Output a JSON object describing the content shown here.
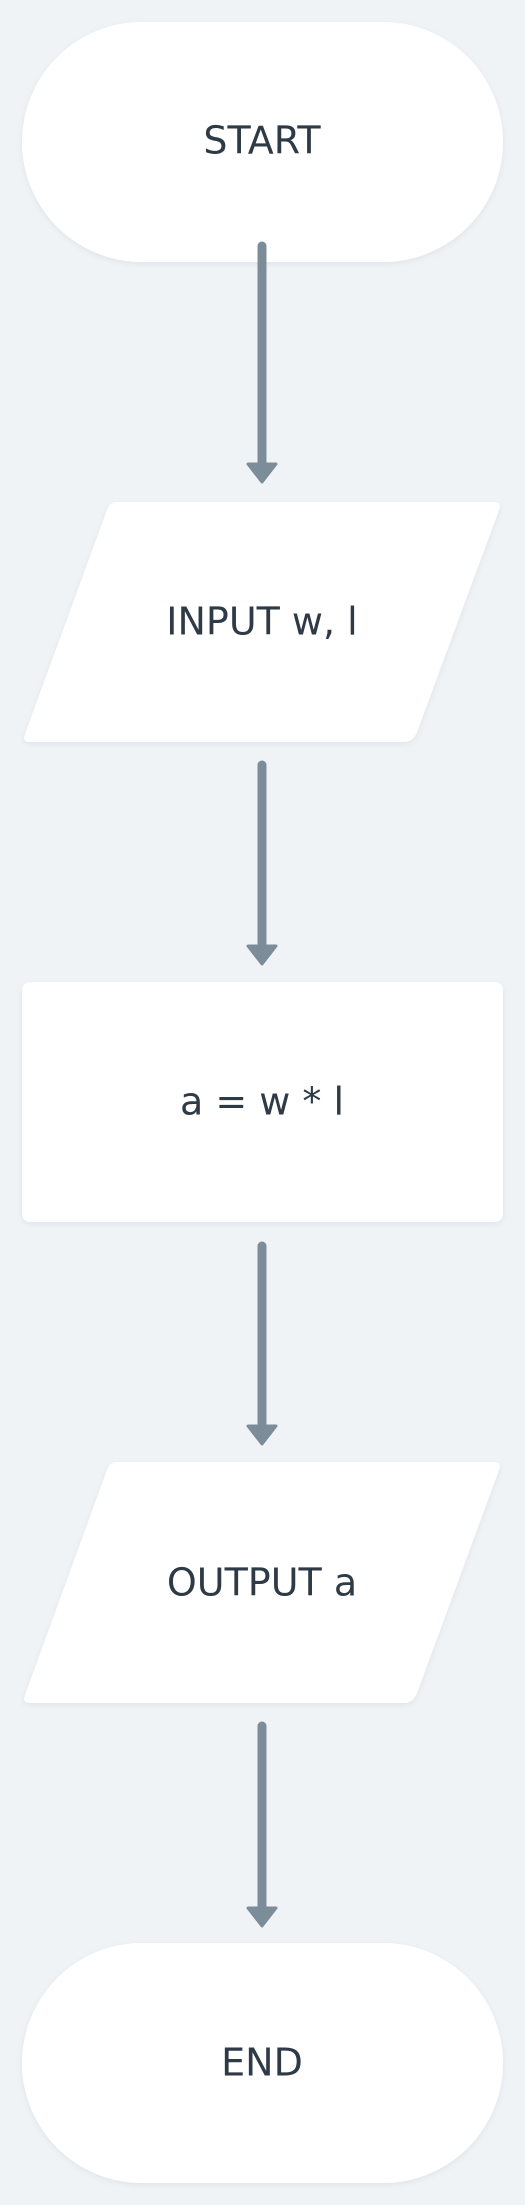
{
  "diagram": {
    "type": "flowchart",
    "nodes": [
      {
        "id": "start",
        "shape": "terminator",
        "label": "START"
      },
      {
        "id": "input",
        "shape": "parallelogram",
        "label": "INPUT w, l"
      },
      {
        "id": "process",
        "shape": "rectangle",
        "label": "a = w * l"
      },
      {
        "id": "output",
        "shape": "parallelogram",
        "label": "OUTPUT a"
      },
      {
        "id": "end",
        "shape": "terminator",
        "label": "END"
      }
    ],
    "edges": [
      {
        "from": "start",
        "to": "input"
      },
      {
        "from": "input",
        "to": "process"
      },
      {
        "from": "process",
        "to": "output"
      },
      {
        "from": "output",
        "to": "end"
      }
    ],
    "colors": {
      "background": "#eff3f6",
      "node_fill": "#ffffff",
      "text": "#2e3a46",
      "connector": "#7d8c99"
    }
  }
}
